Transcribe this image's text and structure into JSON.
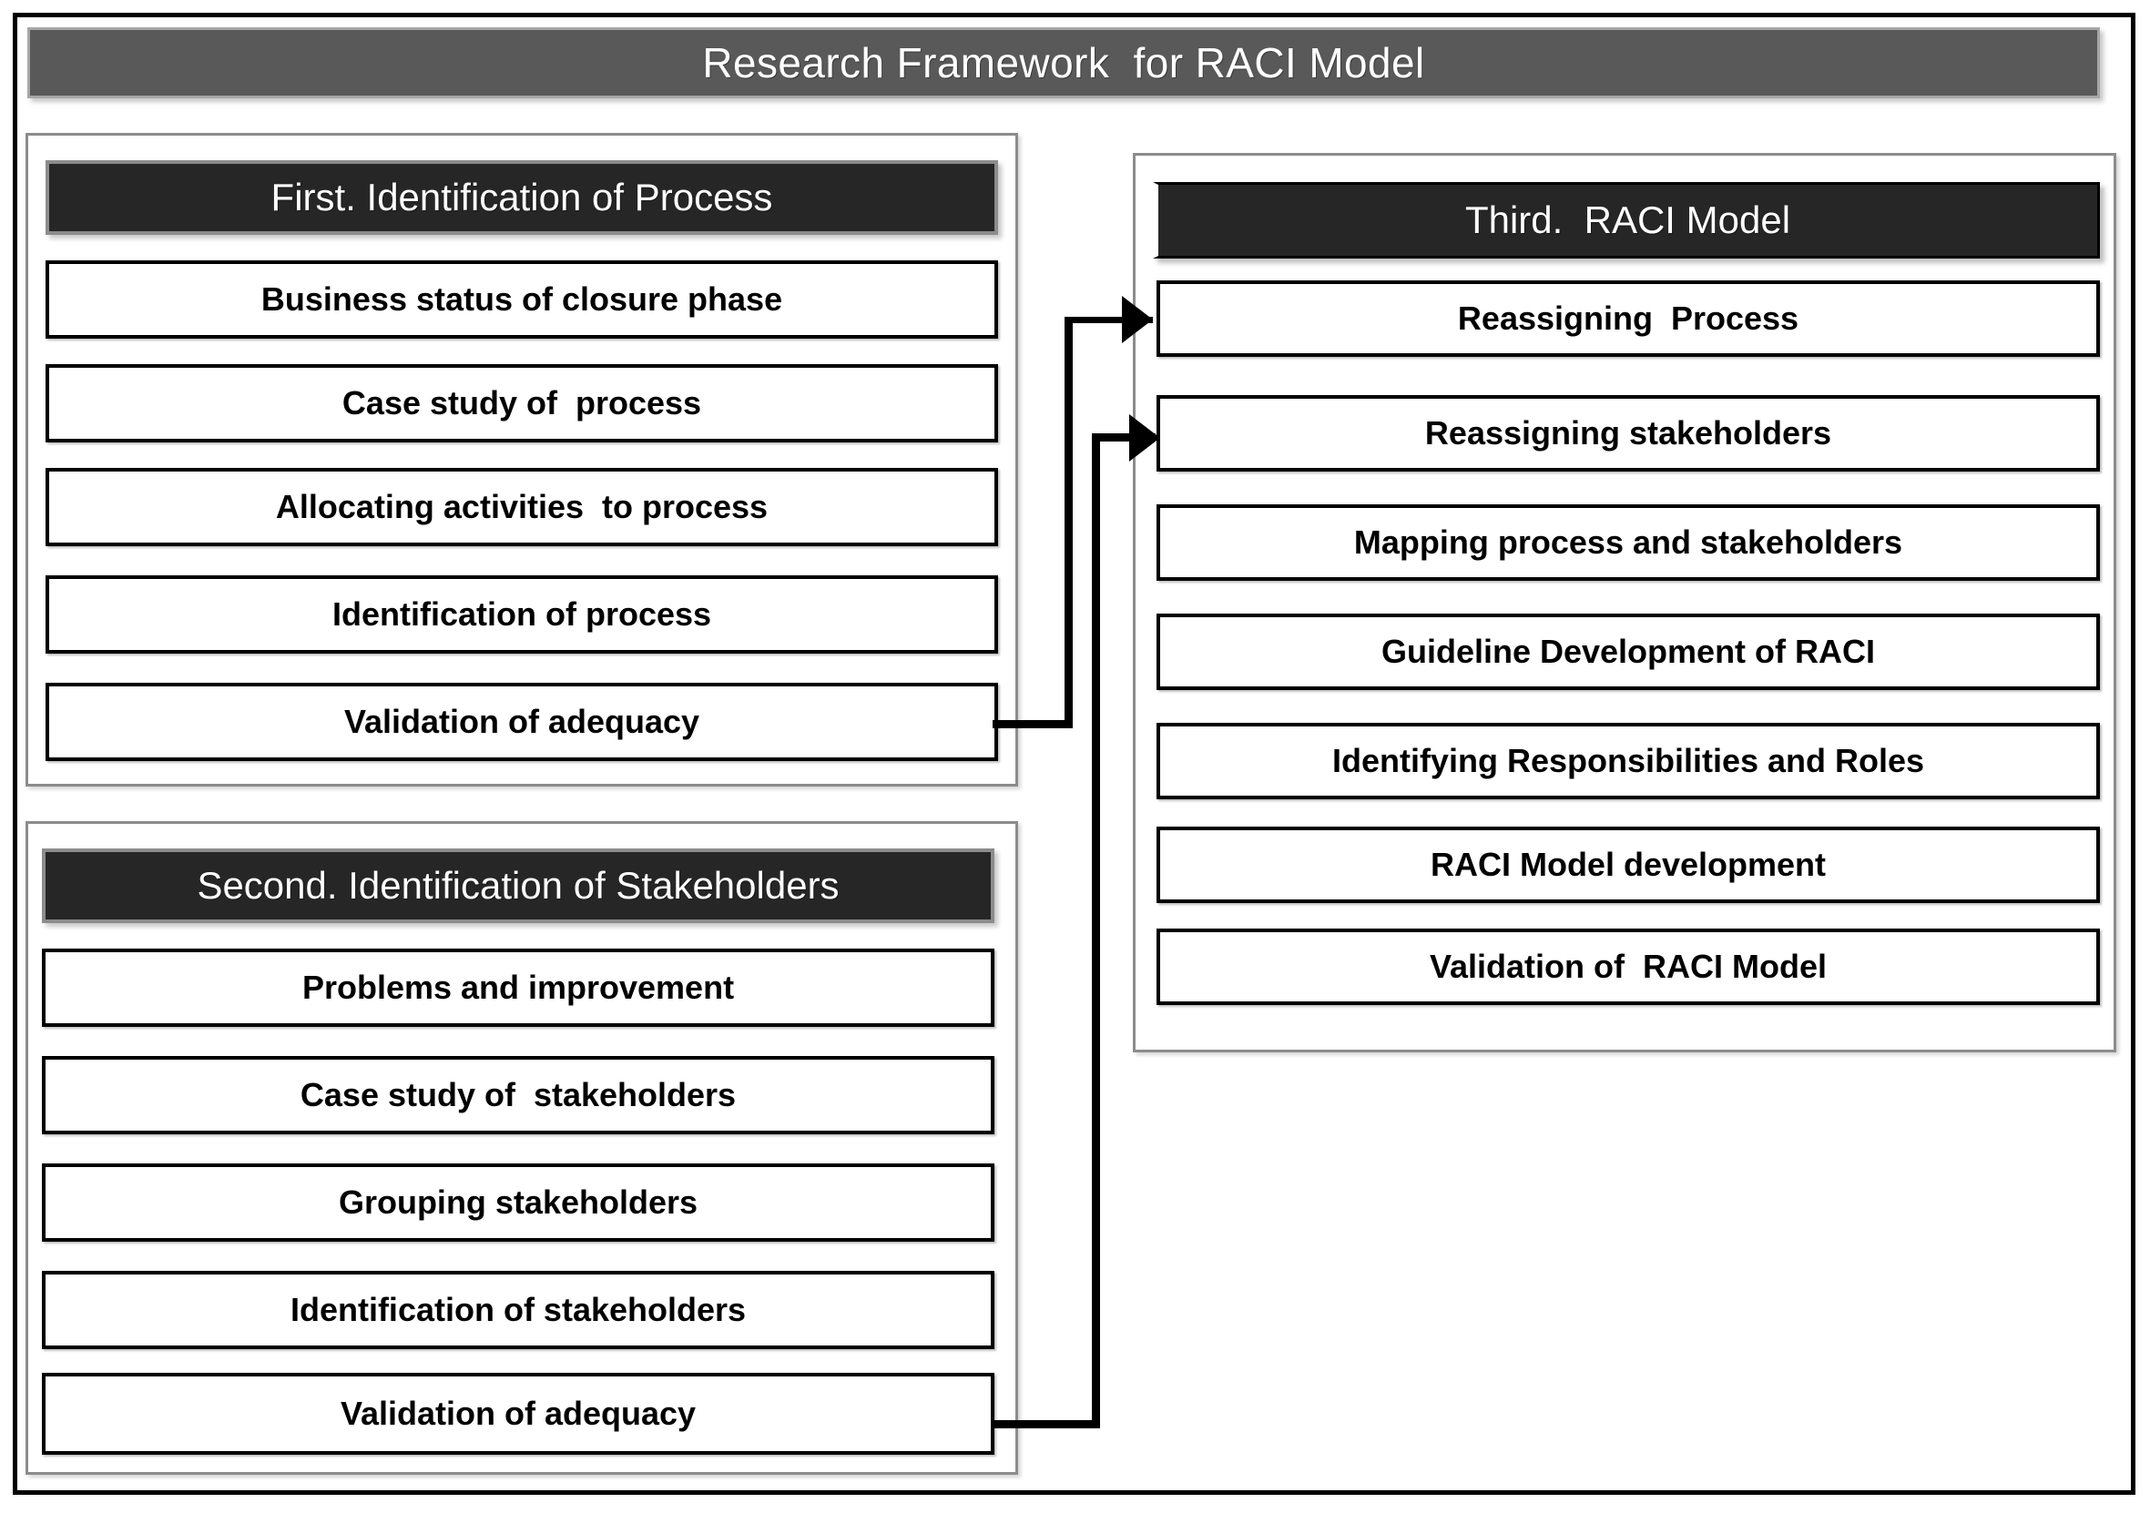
{
  "title": {
    "text": "Research Framework  for RACI Model"
  },
  "sections": {
    "first": {
      "header": "First. Identification of Process",
      "items": [
        "Business status of closure phase",
        "Case study of  process",
        "Allocating activities  to process",
        "Identification of process",
        "Validation of adequacy"
      ]
    },
    "second": {
      "header": "Second. Identification of Stakeholders",
      "items": [
        "Problems and improvement",
        "Case study of  stakeholders",
        "Grouping stakeholders",
        "Identification of stakeholders",
        "Validation of adequacy"
      ]
    },
    "third": {
      "header": "Third.  RACI Model",
      "items": [
        "Reassigning  Process",
        "Reassigning stakeholders",
        "Mapping process and stakeholders",
        "Guideline Development of RACI",
        "Identifying Responsibilities and Roles",
        "RACI Model development",
        "Validation of  RACI Model"
      ]
    }
  },
  "connectors": [
    {
      "name": "first-to-reassigning-process",
      "from": "First. Identification of Process / Validation of adequacy",
      "to": "Third. RACI Model / Reassigning  Process"
    },
    {
      "name": "second-to-reassigning-stakeholders",
      "from": "Second. Identification of Stakeholders / Validation of adequacy",
      "to": "Third. RACI Model / Reassigning stakeholders"
    }
  ],
  "colors": {
    "title_bar": "#595959",
    "section_header": "#262626",
    "panel_border": "#8c8c8c",
    "item_border": "#000000",
    "frame": "#000000",
    "text_on_dark": "#ffffff",
    "text_on_light": "#000000"
  }
}
